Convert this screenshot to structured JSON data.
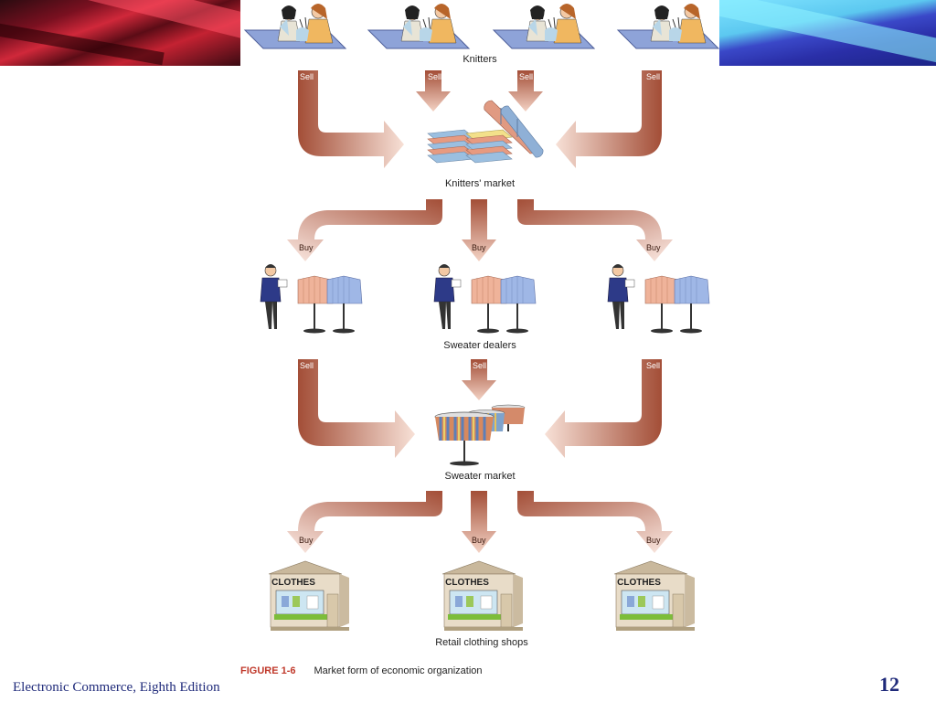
{
  "labels": {
    "knitters": "Knitters",
    "knitters_market": "Knitters' market",
    "sweater_dealers": "Sweater dealers",
    "sweater_market": "Sweater market",
    "retail_shops": "Retail clothing shops"
  },
  "arrow_text": {
    "sell": "Sell",
    "buy": "Buy"
  },
  "shop_sign": "CLOTHES",
  "caption": {
    "figure": "FIGURE 1-6",
    "text": "Market form of economic organization"
  },
  "footer": {
    "title": "Electronic Commerce, Eighth Edition",
    "page": "12"
  },
  "colors": {
    "arrow": "#b45f46",
    "arrow_light": "#f7ddd2",
    "caption_red": "#c0392b",
    "footer_blue": "#1f2a7a"
  }
}
